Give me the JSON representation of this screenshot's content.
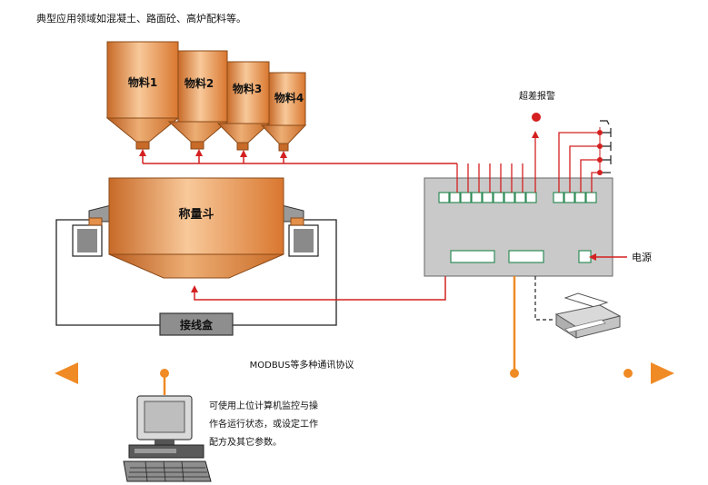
{
  "header": {
    "caption": "典型应用领域如混凝土、路面砼、高炉配料等。"
  },
  "hoppers": [
    {
      "label": "物料1"
    },
    {
      "label": "物料2"
    },
    {
      "label": "物料3"
    },
    {
      "label": "物料4"
    }
  ],
  "weigh_hopper": {
    "label": "称量斗"
  },
  "junction_box": {
    "label": "接线盒"
  },
  "alarm": {
    "label": "超差报警"
  },
  "power": {
    "label": "电源"
  },
  "bus": {
    "label": "MODBUS等多种通讯协议"
  },
  "pc_note": {
    "line1": "可使用上位计算机监控与操",
    "line2": "作各运行状态，或设定工作",
    "line3": "配方及其它参数。"
  },
  "colors": {
    "hopper_body": "#E4904A",
    "hopper_highlight": "#F8C99A",
    "signal_red": "#D42020",
    "bus_orange": "#F08A24",
    "controller_gray": "#C9C9C9",
    "display_green": "#2E8B57",
    "junction_gray": "#8E8E8E"
  },
  "icons": [
    "printer-icon",
    "computer-icon",
    "alarm-lamp-icon",
    "load-cell-icon",
    "arrow-head-icon"
  ]
}
